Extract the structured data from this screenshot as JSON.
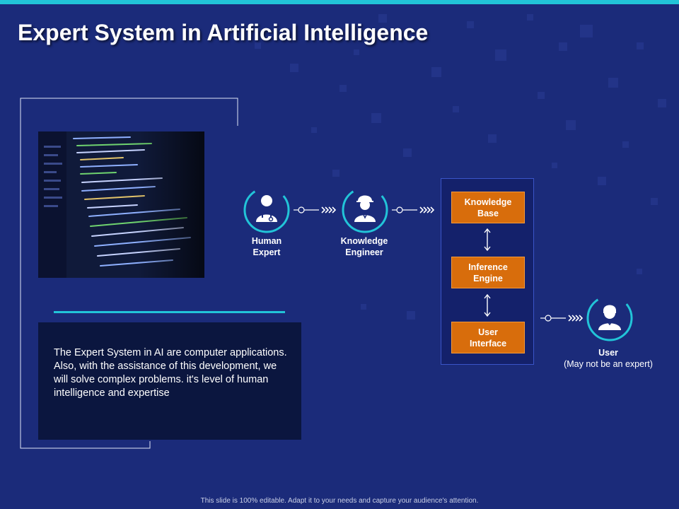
{
  "title": "Expert System in Artificial Intelligence",
  "description": "The Expert System in AI are computer applications. Also, with the assistance of this development, we will solve complex problems. it's level of human intelligence and expertise",
  "flow": {
    "human_expert": {
      "line1": "Human",
      "line2": "Expert",
      "icon": "doctor-icon"
    },
    "knowledge_engineer": {
      "line1": "Knowledge",
      "line2": "Engineer",
      "icon": "engineer-icon"
    },
    "system_boxes": [
      {
        "line1": "Knowledge",
        "line2": "Base"
      },
      {
        "line1": "Inference",
        "line2": "Engine"
      },
      {
        "line1": "User",
        "line2": "Interface"
      }
    ],
    "user": {
      "title": "User",
      "subtitle": "(May not be an expert)",
      "icon": "user-icon"
    }
  },
  "footer": "This slide is 100% editable. Adapt it to your needs and capture your audience's attention.",
  "colors": {
    "background": "#1b2b7a",
    "accent": "#22c4d8",
    "orange": "#d86d0c",
    "text_box": "#0b163f"
  }
}
